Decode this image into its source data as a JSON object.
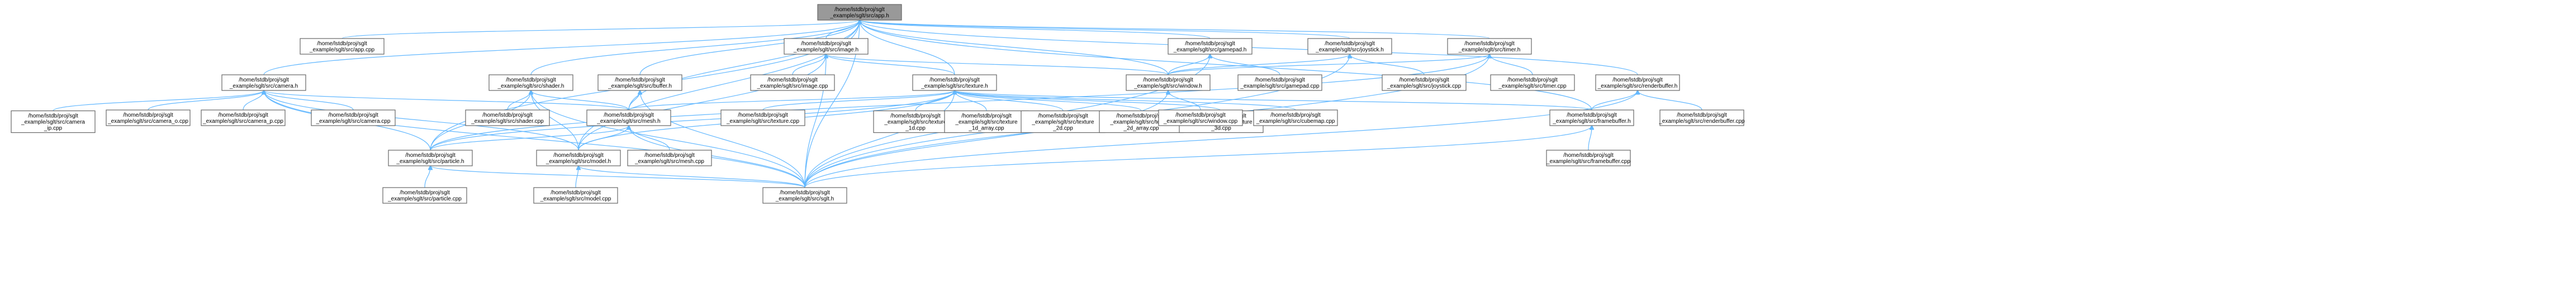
{
  "nodes": [
    {
      "id": "app_h",
      "lines": [
        "/home/lstdb/proj/sglt",
        "_example/sglt/src/app.h"
      ],
      "root": true
    },
    {
      "id": "app_cpp",
      "lines": [
        "/home/lstdb/proj/sglt",
        "_example/sglt/src/app.cpp"
      ]
    },
    {
      "id": "camera_h",
      "lines": [
        "/home/lstdb/proj/sglt",
        "_example/sglt/src/camera.h"
      ]
    },
    {
      "id": "camera_ip_cpp",
      "lines": [
        "/home/lstdb/proj/sglt",
        "_example/sglt/src/camera",
        "_ip.cpp"
      ]
    },
    {
      "id": "camera_o_cpp",
      "lines": [
        "/home/lstdb/proj/sglt",
        "_example/sglt/src/camera_o.cpp"
      ]
    },
    {
      "id": "camera_p_cpp",
      "lines": [
        "/home/lstdb/proj/sglt",
        "_example/sglt/src/camera_p.cpp"
      ]
    },
    {
      "id": "camera_cpp",
      "lines": [
        "/home/lstdb/proj/sglt",
        "_example/sglt/src/camera.cpp"
      ]
    },
    {
      "id": "shader_h",
      "lines": [
        "/home/lstdb/proj/sglt",
        "_example/sglt/src/shader.h"
      ]
    },
    {
      "id": "shader_cpp",
      "lines": [
        "/home/lstdb/proj/sglt",
        "_example/sglt/src/shader.cpp"
      ]
    },
    {
      "id": "buffer_h",
      "lines": [
        "/home/lstdb/proj/sglt",
        "_example/sglt/src/buffer.h"
      ]
    },
    {
      "id": "image_h",
      "lines": [
        "/home/lstdb/proj/sglt",
        "_example/sglt/src/image.h"
      ]
    },
    {
      "id": "image_cpp",
      "lines": [
        "/home/lstdb/proj/sglt",
        "_example/sglt/src/image.cpp"
      ]
    },
    {
      "id": "texture_h",
      "lines": [
        "/home/lstdb/proj/sglt",
        "_example/sglt/src/texture.h"
      ]
    },
    {
      "id": "texture_cpp",
      "lines": [
        "/home/lstdb/proj/sglt",
        "_example/sglt/src/texture.cpp"
      ]
    },
    {
      "id": "texture_1d_cpp",
      "lines": [
        "/home/lstdb/proj/sglt",
        "_example/sglt/src/texture",
        "_1d.cpp"
      ]
    },
    {
      "id": "texture_1d_array_cpp",
      "lines": [
        "/home/lstdb/proj/sglt",
        "_example/sglt/src/texture",
        "_1d_array.cpp"
      ]
    },
    {
      "id": "texture_2d_cpp",
      "lines": [
        "/home/lstdb/proj/sglt",
        "_example/sglt/src/texture",
        "_2d.cpp"
      ]
    },
    {
      "id": "texture_2d_array_cpp",
      "lines": [
        "/home/lstdb/proj/sglt",
        "_example/sglt/src/texture",
        "_2d_array.cpp"
      ]
    },
    {
      "id": "texture_3d_cpp",
      "lines": [
        "/home/lstdb/proj/sglt",
        "_example/sglt/src/texture",
        "_3d.cpp"
      ]
    },
    {
      "id": "cubemap_cpp",
      "lines": [
        "/home/lstdb/proj/sglt",
        "_example/sglt/src/cubemap.cpp"
      ]
    },
    {
      "id": "gamepad_h",
      "lines": [
        "/home/lstdb/proj/sglt",
        "_example/sglt/src/gamepad.h"
      ]
    },
    {
      "id": "gamepad_cpp",
      "lines": [
        "/home/lstdb/proj/sglt",
        "_example/sglt/src/gamepad.cpp"
      ]
    },
    {
      "id": "joystick_h",
      "lines": [
        "/home/lstdb/proj/sglt",
        "_example/sglt/src/joystick.h"
      ]
    },
    {
      "id": "joystick_cpp",
      "lines": [
        "/home/lstdb/proj/sglt",
        "_example/sglt/src/joystick.cpp"
      ]
    },
    {
      "id": "window_h",
      "lines": [
        "/home/lstdb/proj/sglt",
        "_example/sglt/src/window.h"
      ]
    },
    {
      "id": "window_cpp",
      "lines": [
        "/home/lstdb/proj/sglt",
        "_example/sglt/src/window.cpp"
      ]
    },
    {
      "id": "timer_h",
      "lines": [
        "/home/lstdb/proj/sglt",
        "_example/sglt/src/timer.h"
      ]
    },
    {
      "id": "timer_cpp",
      "lines": [
        "/home/lstdb/proj/sglt",
        "_example/sglt/src/timer.cpp"
      ]
    },
    {
      "id": "renderbuffer_h",
      "lines": [
        "/home/lstdb/proj/sglt",
        "_example/sglt/src/renderbuffer.h"
      ]
    },
    {
      "id": "renderbuffer_cpp",
      "lines": [
        "/home/lstdb/proj/sglt",
        "_example/sglt/src/renderbuffer.cpp"
      ]
    },
    {
      "id": "framebuffer_h",
      "lines": [
        "/home/lstdb/proj/sglt",
        "_example/sglt/src/framebuffer.h"
      ]
    },
    {
      "id": "framebuffer_cpp",
      "lines": [
        "/home/lstdb/proj/sglt",
        "_example/sglt/src/framebuffer.cpp"
      ]
    },
    {
      "id": "mesh_h",
      "lines": [
        "/home/lstdb/proj/sglt",
        "_example/sglt/src/mesh.h"
      ]
    },
    {
      "id": "mesh_cpp",
      "lines": [
        "/home/lstdb/proj/sglt",
        "_example/sglt/src/mesh.cpp"
      ]
    },
    {
      "id": "model_h",
      "lines": [
        "/home/lstdb/proj/sglt",
        "_example/sglt/src/model.h"
      ]
    },
    {
      "id": "model_cpp",
      "lines": [
        "/home/lstdb/proj/sglt",
        "_example/sglt/src/model.cpp"
      ]
    },
    {
      "id": "particle_h",
      "lines": [
        "/home/lstdb/proj/sglt",
        "_example/sglt/src/particle.h"
      ]
    },
    {
      "id": "particle_cpp",
      "lines": [
        "/home/lstdb/proj/sglt",
        "_example/sglt/src/particle.cpp"
      ]
    },
    {
      "id": "sglt_h",
      "lines": [
        "/home/lstdb/proj/sglt",
        "_example/sglt/src/sglt.h"
      ]
    }
  ],
  "edges": [
    [
      "app_h",
      "app_cpp"
    ],
    [
      "app_h",
      "camera_h"
    ],
    [
      "app_h",
      "shader_h"
    ],
    [
      "app_h",
      "buffer_h"
    ],
    [
      "app_h",
      "image_h"
    ],
    [
      "app_h",
      "texture_h"
    ],
    [
      "app_h",
      "gamepad_h"
    ],
    [
      "app_h",
      "joystick_h"
    ],
    [
      "app_h",
      "window_h"
    ],
    [
      "app_h",
      "timer_h"
    ],
    [
      "app_h",
      "renderbuffer_h"
    ],
    [
      "app_h",
      "framebuffer_h"
    ],
    [
      "app_h",
      "mesh_h"
    ],
    [
      "app_h",
      "model_h"
    ],
    [
      "app_h",
      "particle_h"
    ],
    [
      "app_h",
      "sglt_h"
    ],
    [
      "camera_h",
      "camera_ip_cpp"
    ],
    [
      "camera_h",
      "camera_o_cpp"
    ],
    [
      "camera_h",
      "camera_p_cpp"
    ],
    [
      "camera_h",
      "camera_cpp"
    ],
    [
      "camera_h",
      "mesh_h"
    ],
    [
      "camera_h",
      "model_h"
    ],
    [
      "camera_h",
      "particle_h"
    ],
    [
      "camera_h",
      "sglt_h"
    ],
    [
      "shader_h",
      "shader_cpp"
    ],
    [
      "shader_h",
      "mesh_h"
    ],
    [
      "shader_h",
      "model_h"
    ],
    [
      "shader_h",
      "particle_h"
    ],
    [
      "shader_h",
      "sglt_h"
    ],
    [
      "buffer_h",
      "mesh_h"
    ],
    [
      "buffer_h",
      "sglt_h"
    ],
    [
      "image_h",
      "image_cpp"
    ],
    [
      "image_h",
      "texture_h"
    ],
    [
      "image_h",
      "window_h"
    ],
    [
      "image_h",
      "model_h"
    ],
    [
      "image_h",
      "sglt_h"
    ],
    [
      "texture_h",
      "texture_cpp"
    ],
    [
      "texture_h",
      "texture_1d_cpp"
    ],
    [
      "texture_h",
      "texture_1d_array_cpp"
    ],
    [
      "texture_h",
      "texture_2d_cpp"
    ],
    [
      "texture_h",
      "texture_2d_array_cpp"
    ],
    [
      "texture_h",
      "texture_3d_cpp"
    ],
    [
      "texture_h",
      "cubemap_cpp"
    ],
    [
      "texture_h",
      "mesh_h"
    ],
    [
      "texture_h",
      "model_h"
    ],
    [
      "texture_h",
      "particle_h"
    ],
    [
      "texture_h",
      "framebuffer_h"
    ],
    [
      "texture_h",
      "sglt_h"
    ],
    [
      "gamepad_h",
      "gamepad_cpp"
    ],
    [
      "gamepad_h",
      "window_h"
    ],
    [
      "gamepad_h",
      "sglt_h"
    ],
    [
      "joystick_h",
      "joystick_cpp"
    ],
    [
      "joystick_h",
      "window_h"
    ],
    [
      "joystick_h",
      "sglt_h"
    ],
    [
      "window_h",
      "window_cpp"
    ],
    [
      "window_h",
      "sglt_h"
    ],
    [
      "timer_h",
      "timer_cpp"
    ],
    [
      "timer_h",
      "window_h"
    ],
    [
      "timer_h",
      "particle_h"
    ],
    [
      "timer_h",
      "sglt_h"
    ],
    [
      "renderbuffer_h",
      "renderbuffer_cpp"
    ],
    [
      "renderbuffer_h",
      "framebuffer_h"
    ],
    [
      "renderbuffer_h",
      "sglt_h"
    ],
    [
      "framebuffer_h",
      "framebuffer_cpp"
    ],
    [
      "framebuffer_h",
      "sglt_h"
    ],
    [
      "mesh_h",
      "mesh_cpp"
    ],
    [
      "mesh_h",
      "model_h"
    ],
    [
      "mesh_h",
      "particle_h"
    ],
    [
      "mesh_h",
      "sglt_h"
    ],
    [
      "model_h",
      "model_cpp"
    ],
    [
      "model_h",
      "sglt_h"
    ],
    [
      "particle_h",
      "particle_cpp"
    ],
    [
      "particle_h",
      "sglt_h"
    ]
  ]
}
